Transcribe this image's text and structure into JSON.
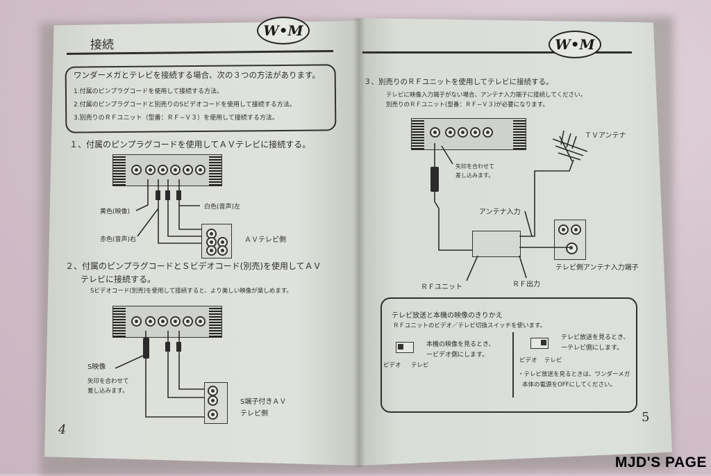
{
  "left_page": {
    "heading": "接続",
    "logo": "W•M",
    "intro_box": {
      "line1": "ワンダーメガとテレビを接続する場合、次の３つの方法があります。",
      "line2": "1.付属のピンプラグコードを使用して接続する方法。",
      "line3": "2.付属のピンプラグコードと別売りのSビデオコードを使用して接続する方法。",
      "line4": "3.別売りのＲＦユニット（型番：ＲＦ−Ｖ３）を使用して接続する方法。"
    },
    "section1": {
      "title": "１、付属のピンプラグコードを使用してＡＶテレビに接続する。",
      "label_yellow": "黄色(映像)",
      "label_white": "白色(音声)左",
      "label_red": "赤色(音声)右",
      "label_tv": "ＡＶテレビ側"
    },
    "section2": {
      "title_line1": "２、付属のピンプラグコードとＳビデオコード(別売)を使用してＡＶ",
      "title_line2": "テレビに接続する。",
      "note": "Sビデオコード(別売)を使用して接続すると、より美しい映像が楽しめます。",
      "label_s_video": "S映像",
      "label_arrow_1": "矢印を合わせて",
      "label_arrow_2": "差し込みます。",
      "label_tv_1": "S端子付きＡＶ",
      "label_tv_2": "テレビ側"
    },
    "page_number": "4"
  },
  "right_page": {
    "logo": "W•M",
    "section3": {
      "title": "３、別売りのＲＦユニットを使用してテレビに接続する。",
      "note1": "テレビに映像入力端子がない場合、アンテナ入力端子に接続してください。",
      "note2": "別売りのＲＦユニット(型番：ＲＦ−Ｖ３)が必要になります。",
      "label_arrow_1": "矢印を合わせて",
      "label_arrow_2": "差し込みます。",
      "label_tv_antenna": "ＴＶアンテナ",
      "label_antenna_input": "アンテナ入力",
      "label_tv_antenna_terminal": "テレビ側アンテナ入力端子",
      "label_rf_unit": "ＲＦユニット",
      "label_rf_output": "ＲＦ出力"
    },
    "switch_box": {
      "title": "テレビ放送と本機の映像のきりかえ",
      "subtitle": "ＲＦユニットのビデオ／テレビ切換スイッチを使います。",
      "left_text1": "本機の映像を見るとき、",
      "left_text2": "ービデオ側にします。",
      "left_video": "ビデオ",
      "left_tv": "テレビ",
      "right_text1": "テレビ放送を見るとき、",
      "right_text2": "ーテレビ側にします。",
      "right_video": "ビデオ",
      "right_tv": "テレビ",
      "right_note1": "・テレビ放送を見るときは、ワンダーメガ",
      "right_note2": "本体の電源をOFFにしてください。"
    },
    "page_number": "5"
  },
  "watermark": "MJD'S PAGE"
}
